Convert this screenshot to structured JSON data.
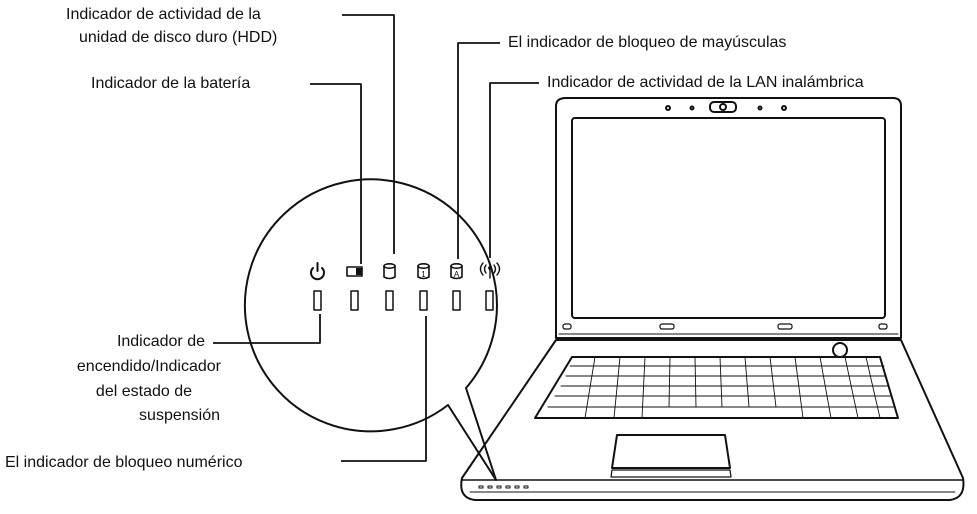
{
  "labels": {
    "hdd_line1": "Indicador de actividad de la",
    "hdd_line2": "unidad de disco duro (HDD)",
    "battery": "Indicador de la batería",
    "caps_lock": "El indicador de bloqueo de mayúsculas",
    "wlan": "Indicador de actividad de la LAN inalámbrica",
    "power_line1": "Indicador de",
    "power_line2": "encendido/Indicador",
    "power_line3": "del estado de",
    "power_line4": "suspensión",
    "num_lock": "El indicador de bloqueo numérico"
  },
  "icons": {
    "power": "power-icon",
    "battery": "battery-icon",
    "hdd": "hdd-icon",
    "num_lock": "num-lock-icon",
    "caps_lock": "caps-lock-icon",
    "wlan": "wireless-icon"
  },
  "icon_glyphs": {
    "num_lock": "1",
    "caps_lock": "A"
  },
  "colors": {
    "line": "#111111",
    "background": "#ffffff"
  }
}
